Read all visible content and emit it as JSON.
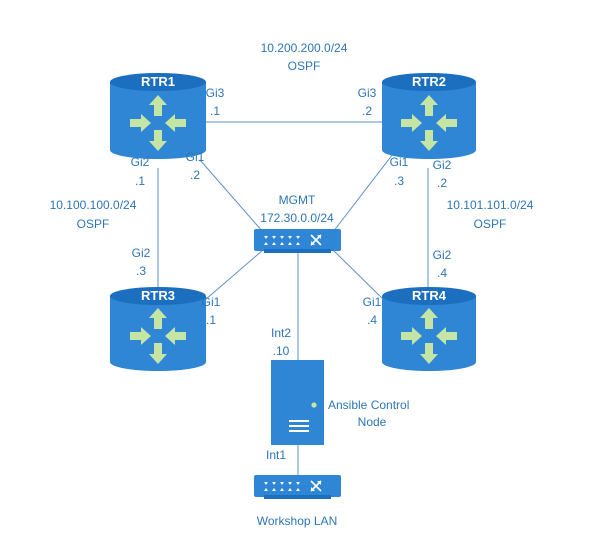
{
  "routers": [
    {
      "id": "rtr1",
      "name": "RTR1"
    },
    {
      "id": "rtr2",
      "name": "RTR2"
    },
    {
      "id": "rtr3",
      "name": "RTR3"
    },
    {
      "id": "rtr4",
      "name": "RTR4"
    }
  ],
  "networks": {
    "rtr1_rtr2": {
      "subnet": "10.200.200.0/24",
      "protocol": "OSPF"
    },
    "rtr1_rtr3": {
      "subnet": "10.100.100.0/24",
      "protocol": "OSPF"
    },
    "rtr2_rtr4": {
      "subnet": "10.101.101.0/24",
      "protocol": "OSPF"
    },
    "mgmt": {
      "name": "MGMT",
      "subnet": "172.30.0.0/24"
    },
    "workshop": {
      "name": "Workshop LAN"
    }
  },
  "interfaces": {
    "rtr1_gi3": {
      "name": "Gi3",
      "ip": ".1"
    },
    "rtr2_gi3": {
      "name": "Gi3",
      "ip": ".2"
    },
    "rtr1_gi2": {
      "name": "Gi2",
      "ip": ".1"
    },
    "rtr1_gi1": {
      "name": "Gi1",
      "ip": ".2"
    },
    "rtr2_gi1": {
      "name": "Gi1",
      "ip": ".3"
    },
    "rtr2_gi2": {
      "name": "Gi2",
      "ip": ".2"
    },
    "rtr3_gi2": {
      "name": "Gi2",
      "ip": ".3"
    },
    "rtr3_gi1": {
      "name": "Gi1",
      "ip": ".1"
    },
    "rtr4_gi2": {
      "name": "Gi2",
      "ip": ".4"
    },
    "rtr4_gi1": {
      "name": "Gi1",
      "ip": ".4"
    },
    "ansible_int2": {
      "name": "Int2",
      "ip": ".10"
    },
    "ansible_int1": {
      "name": "Int1"
    }
  },
  "server": {
    "name_line1": "Ansible Control",
    "name_line2": "Node"
  },
  "colors": {
    "router_body": "#2e86d4",
    "router_top": "#1c6fbf",
    "arrow": "#c5e5a5",
    "switch": "#2e86d4",
    "line": "#5b8fc9",
    "text": "#2e75b6"
  }
}
